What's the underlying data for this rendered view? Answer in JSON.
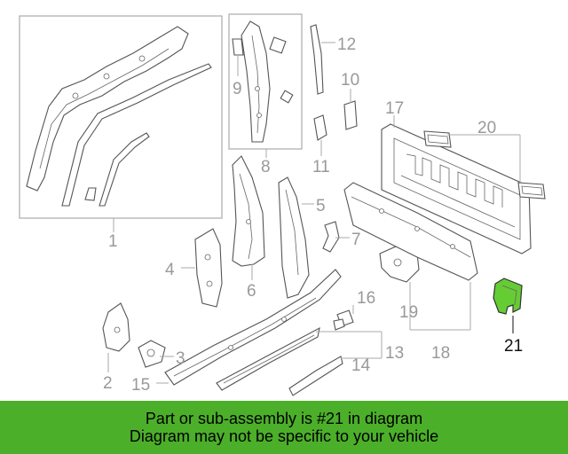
{
  "diagram": {
    "callouts": [
      {
        "id": "c1",
        "label": "1"
      },
      {
        "id": "c2",
        "label": "2"
      },
      {
        "id": "c3",
        "label": "3"
      },
      {
        "id": "c4",
        "label": "4"
      },
      {
        "id": "c5",
        "label": "5"
      },
      {
        "id": "c6",
        "label": "6"
      },
      {
        "id": "c7",
        "label": "7"
      },
      {
        "id": "c8",
        "label": "8"
      },
      {
        "id": "c9",
        "label": "9"
      },
      {
        "id": "c10",
        "label": "10"
      },
      {
        "id": "c11",
        "label": "11"
      },
      {
        "id": "c12",
        "label": "12"
      },
      {
        "id": "c13",
        "label": "13"
      },
      {
        "id": "c14",
        "label": "14"
      },
      {
        "id": "c15",
        "label": "15"
      },
      {
        "id": "c16",
        "label": "16"
      },
      {
        "id": "c17",
        "label": "17"
      },
      {
        "id": "c18",
        "label": "18"
      },
      {
        "id": "c19",
        "label": "19"
      },
      {
        "id": "c20",
        "label": "20"
      },
      {
        "id": "c21",
        "label": "21"
      }
    ],
    "highlighted_part": "21",
    "colors": {
      "highlight_fill": "#66cc33",
      "label_gray": "#999999",
      "label_highlight": "#111111"
    }
  },
  "banner": {
    "line1": "Part or sub-assembly is #21 in diagram",
    "line2": "Diagram may not be specific to your vehicle",
    "background": "#4caf2a"
  }
}
